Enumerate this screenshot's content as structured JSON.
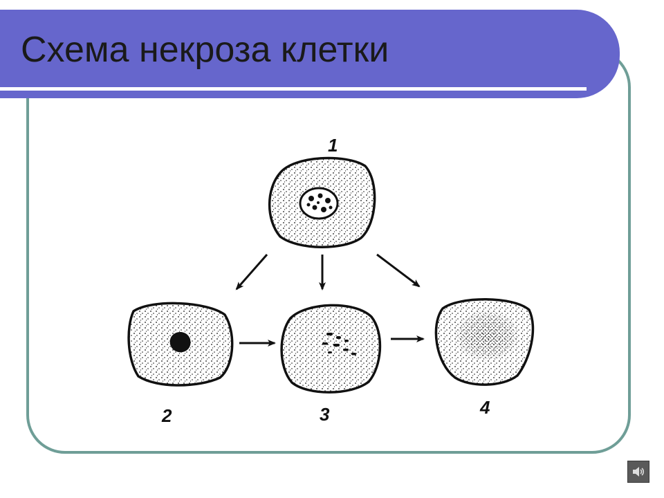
{
  "slide": {
    "title": "Схема некроза клетки"
  },
  "diagram": {
    "labels": [
      "1",
      "2",
      "3",
      "4"
    ]
  },
  "controls": {
    "sound_icon": "speaker-icon"
  }
}
